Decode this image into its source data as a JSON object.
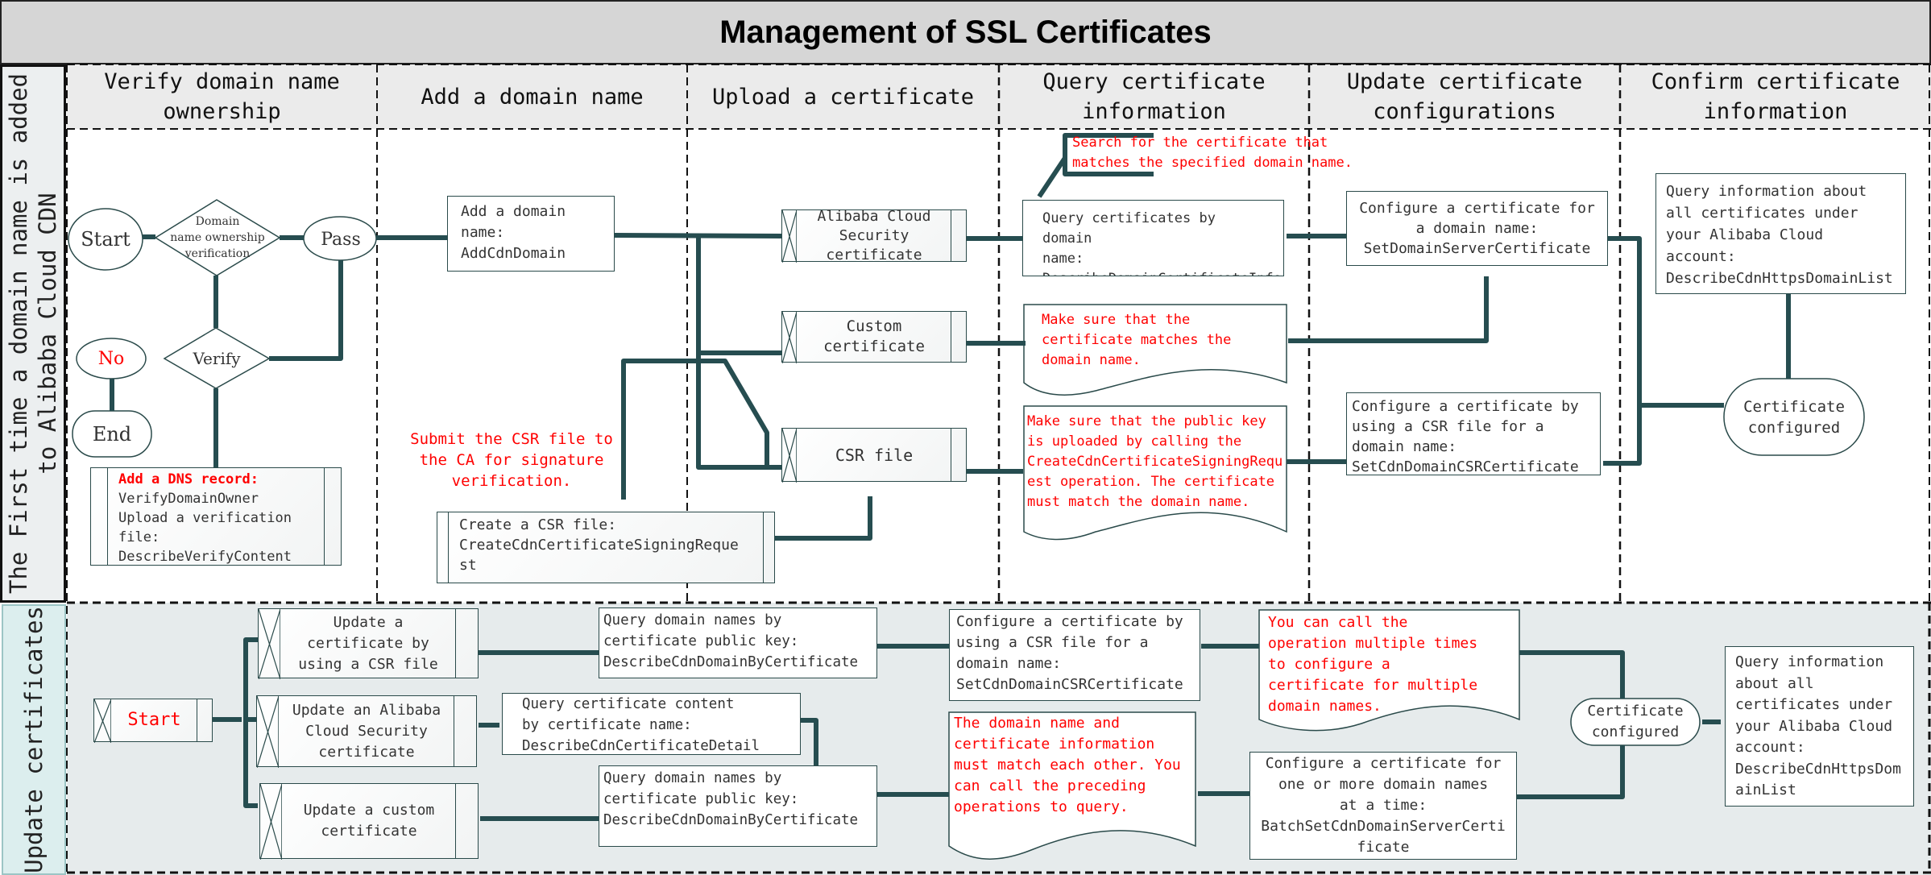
{
  "title": "Management of SSL Certificates",
  "lanes": {
    "first_time": "The First time a domain name is added\nto Alibaba Cloud CDN",
    "update": "Update certificates"
  },
  "columns": [
    "Verify domain name\nownership",
    "Add a domain name",
    "Upload a certificate",
    "Query certificate\ninformation",
    "Update certificate\nconfigurations",
    "Confirm certificate\ninformation"
  ],
  "lane1": {
    "start": "Start",
    "domain_verification": "Domain\nname ownership\nverification",
    "pass": "Pass",
    "verify": "Verify",
    "no": "No",
    "end": "End",
    "dns_record_title": "Add a DNS record:",
    "dns_record_body": "VerifyDomainOwner\nUpload a verification\nfile:\nDescribeVerifyContent",
    "add_domain": "Add a domain\nname:\nAddCdnDomain",
    "csr_note": "Submit the CSR file to\nthe CA for signature\nverification.",
    "create_csr": "Create a CSR file:\nCreateCdnCertificateSigningReque\nst",
    "alibaba_cert": "Alibaba Cloud\nSecurity\ncertificate",
    "custom_cert": "Custom\ncertificate",
    "csr_file": "CSR file",
    "search_note": "Search for the certificate that\nmatches the specified domain name.",
    "query_by_domain": "Query certificates by domain\nname:\nDescribeDomainCertificateInfo",
    "make_sure_match": "Make sure that the\ncertificate matches the\ndomain name.",
    "make_sure_public_key": "Make sure that the public key\nis uploaded by calling the\nCreateCdnCertificateSigningRequ\nest operation. The certificate\nmust match the domain name.",
    "set_domain_server_cert": "Configure a certificate for\na domain name:\nSetDomainServerCertificate",
    "set_csr_cert": "Configure a certificate by\nusing a CSR file for a\ndomain name:\nSetCdnDomainCSRCertificate",
    "query_all": "Query information about\nall certificates under\nyour Alibaba Cloud\naccount:\nDescribeCdnHttpsDomainList",
    "cert_configured": "Certificate\nconfigured"
  },
  "lane2": {
    "start": "Start",
    "update_csr": "Update a\ncertificate by\nusing a CSR file",
    "update_alibaba": "Update an Alibaba\nCloud Security\ncertificate",
    "update_custom": "Update a custom\ncertificate",
    "query_by_pubkey_1": "Query domain names by\ncertificate public key:\nDescribeCdnDomainByCertificate",
    "query_content": "Query certificate content\nby certificate name:\nDescribeCdnCertificateDetail",
    "query_by_pubkey_2": "Query domain names by\ncertificate public key:\nDescribeCdnDomainByCertificate",
    "set_csr_cert": "Configure a certificate by\nusing a CSR file for a\ndomain name:\nSetCdnDomainCSRCertificate",
    "match_note": "The domain name and\ncertificate information\nmust match each other. You\ncan call the preceding\noperations to query.",
    "multiple_note": "You can call the\noperation multiple times\nto configure a\ncertificate for multiple\ndomain names.",
    "batch_set": "Configure a certificate for\none or more domain names\nat a time:\nBatchSetCdnDomainServerCerti\nficate",
    "cert_configured": "Certificate\nconfigured",
    "query_all": "Query information\nabout all\ncertificates under\nyour Alibaba Cloud\naccount:\nDescribeCdnHttpsDom\nainList"
  },
  "colors": {
    "connector": "#264d50",
    "note_text": "#ff0000",
    "header_bg": "#ebebeb",
    "title_bg": "#d6d6d6",
    "lane2_bg": "#e6ebec"
  }
}
